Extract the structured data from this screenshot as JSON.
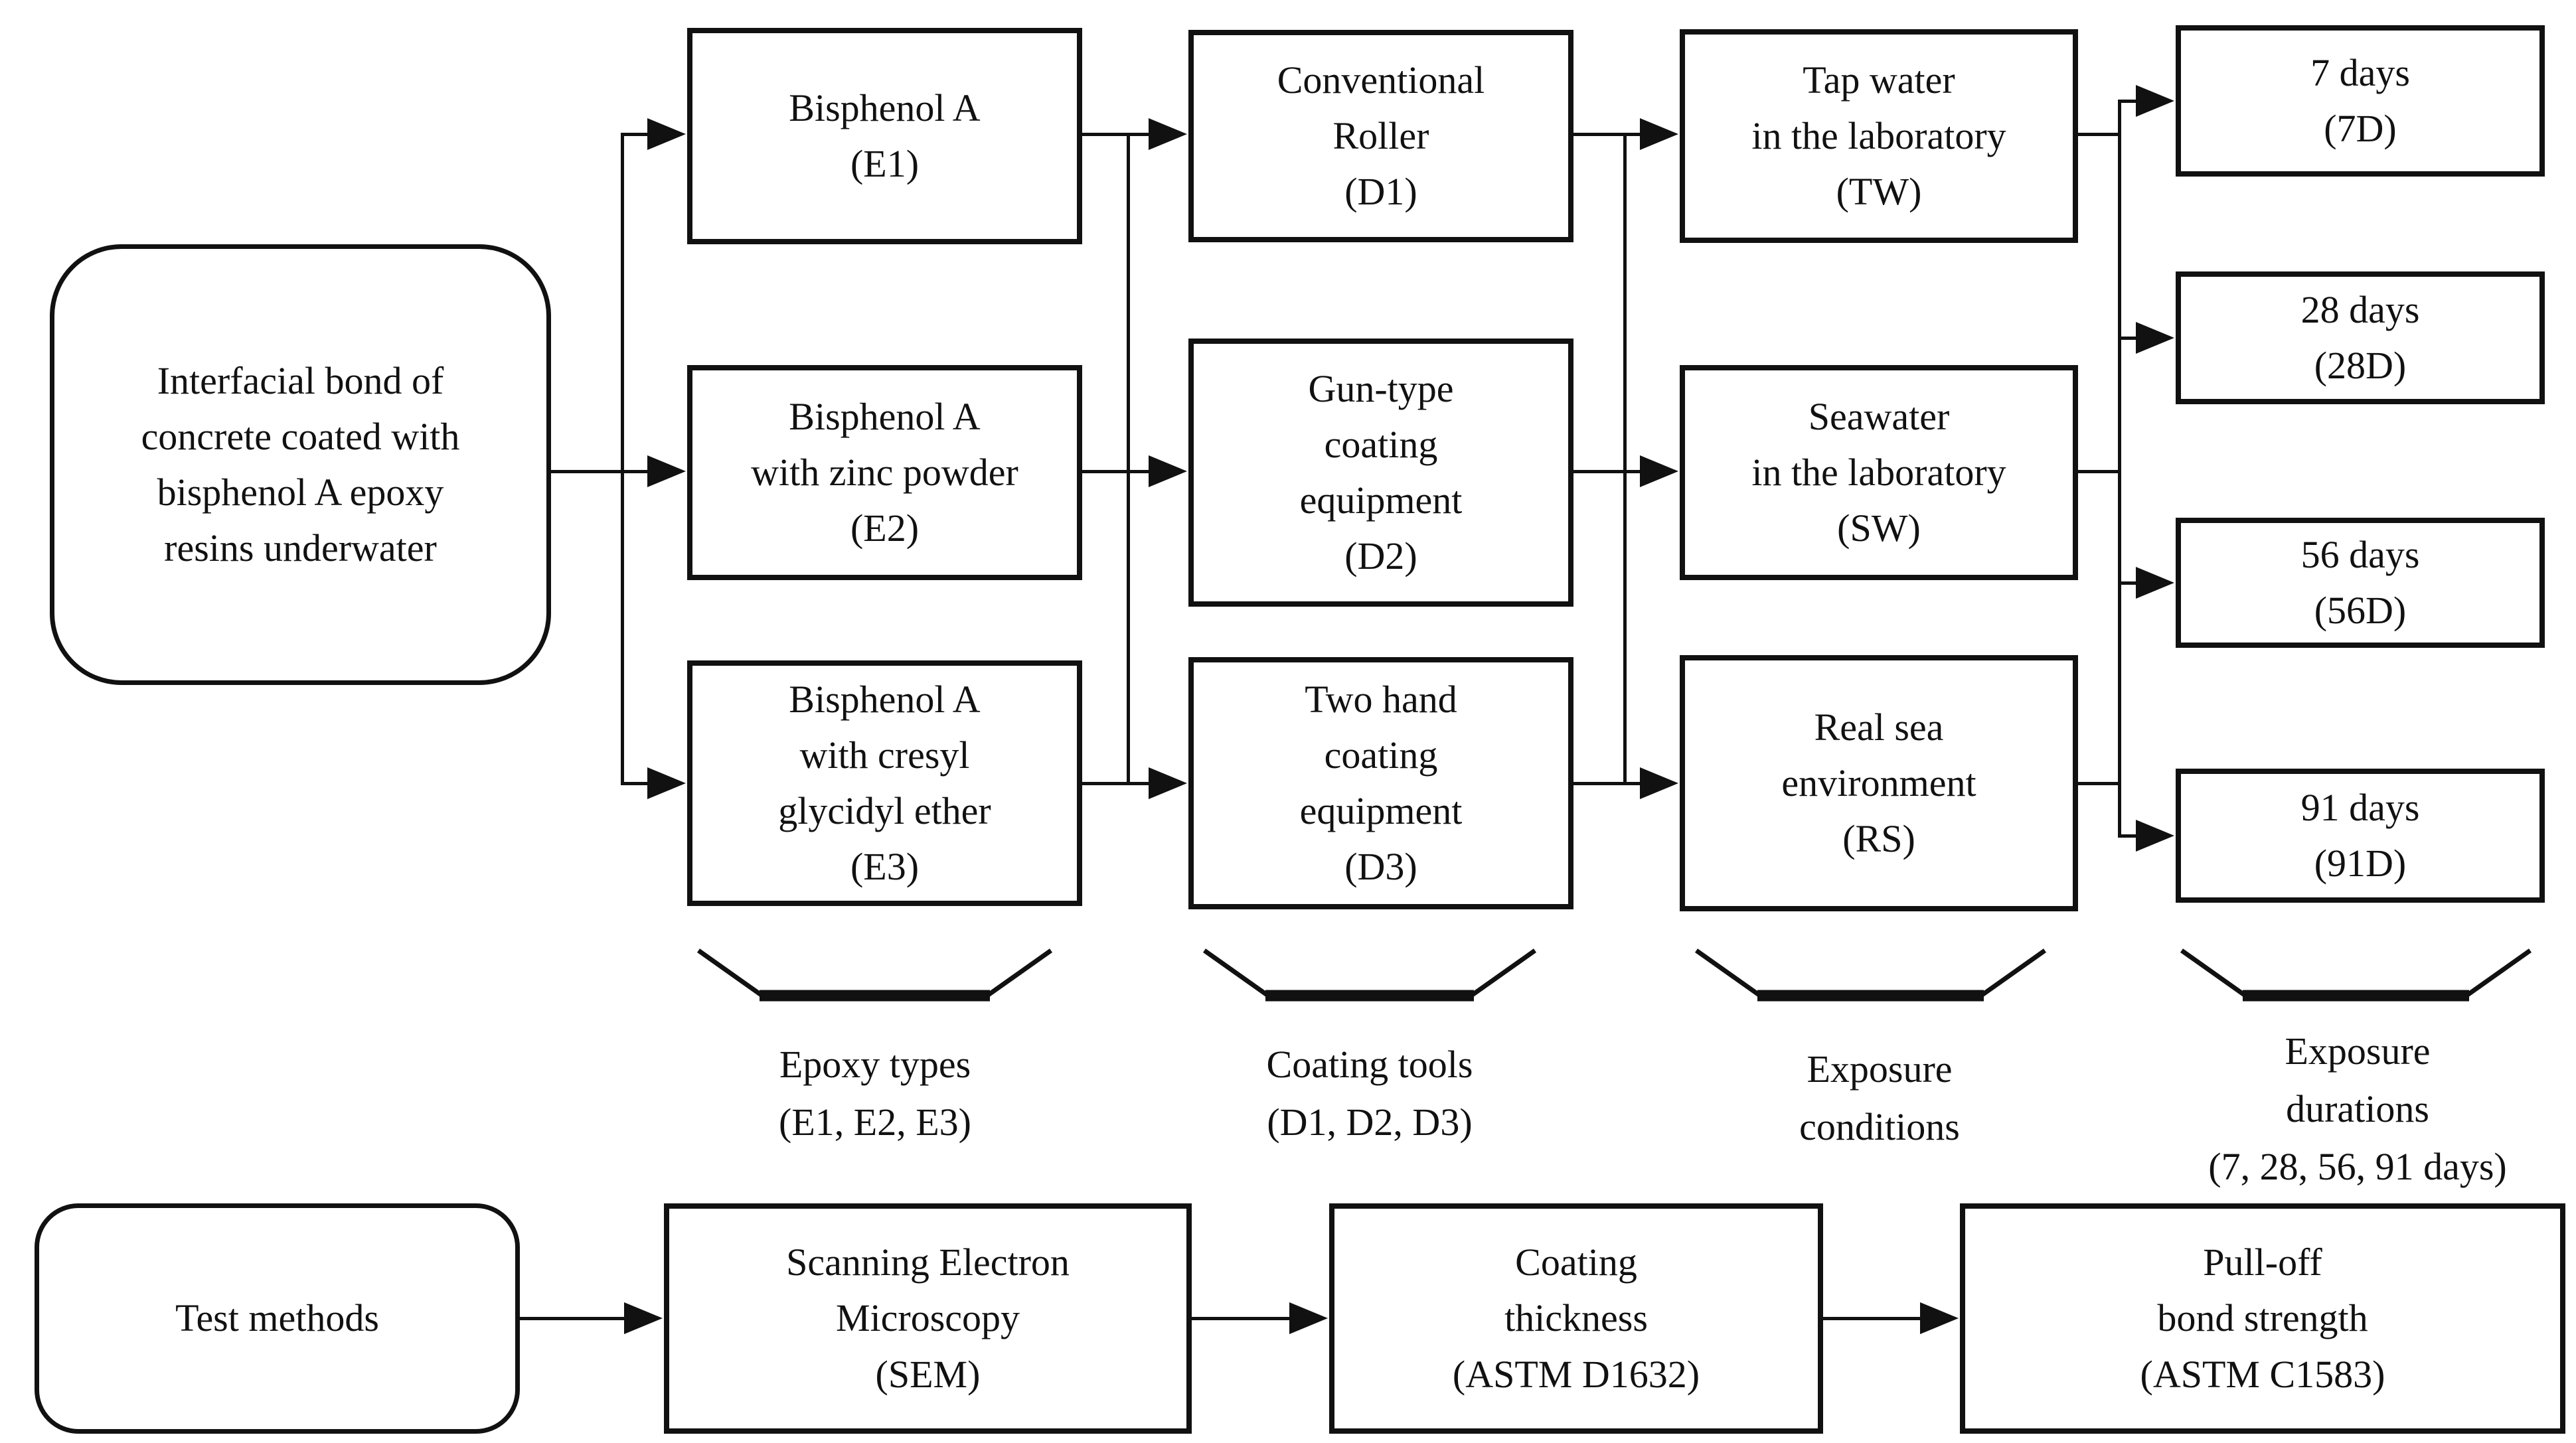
{
  "flow": {
    "colors": {
      "line": "#111111",
      "text": "#111111",
      "background": "#ffffff"
    },
    "source": {
      "lines": [
        "Interfacial bond of",
        "concrete coated with",
        "bisphenol A epoxy",
        "resins underwater"
      ]
    },
    "epoxy_types": {
      "boxes": [
        {
          "lines": [
            "Bisphenol A",
            "(E1)"
          ]
        },
        {
          "lines": [
            "Bisphenol A",
            "with zinc powder",
            "(E2)"
          ]
        },
        {
          "lines": [
            "Bisphenol A",
            "with cresyl",
            "glycidyl ether",
            "(E3)"
          ]
        }
      ],
      "label_lines": [
        "Epoxy types",
        "(E1, E2, E3)"
      ]
    },
    "coating_tools": {
      "boxes": [
        {
          "lines": [
            "Conventional",
            "Roller",
            "(D1)"
          ]
        },
        {
          "lines": [
            "Gun-type",
            "coating",
            "equipment",
            "(D2)"
          ]
        },
        {
          "lines": [
            "Two hand",
            "coating",
            "equipment",
            "(D3)"
          ]
        }
      ],
      "label_lines": [
        "Coating tools",
        "(D1, D2, D3)"
      ]
    },
    "exposure_conditions": {
      "boxes": [
        {
          "lines": [
            "Tap water",
            "in the laboratory",
            "(TW)"
          ]
        },
        {
          "lines": [
            "Seawater",
            "in the laboratory",
            "(SW)"
          ]
        },
        {
          "lines": [
            "Real sea",
            "environment",
            "(RS)"
          ]
        }
      ],
      "label_lines": [
        "Exposure",
        "conditions"
      ]
    },
    "exposure_durations": {
      "boxes": [
        {
          "lines": [
            "7 days",
            "(7D)"
          ]
        },
        {
          "lines": [
            "28 days",
            "(28D)"
          ]
        },
        {
          "lines": [
            "56 days",
            "(56D)"
          ]
        },
        {
          "lines": [
            "91 days",
            "(91D)"
          ]
        }
      ],
      "label_lines": [
        "Exposure",
        "durations",
        "(7, 28, 56, 91 days)"
      ]
    },
    "test_methods": {
      "source_label": "Test methods",
      "boxes": [
        {
          "lines": [
            "Scanning Electron",
            "Microscopy",
            "(SEM)"
          ]
        },
        {
          "lines": [
            "Coating",
            "thickness",
            "(ASTM D1632)"
          ]
        },
        {
          "lines": [
            "Pull-off",
            "bond strength",
            "(ASTM C1583)"
          ]
        }
      ]
    }
  }
}
